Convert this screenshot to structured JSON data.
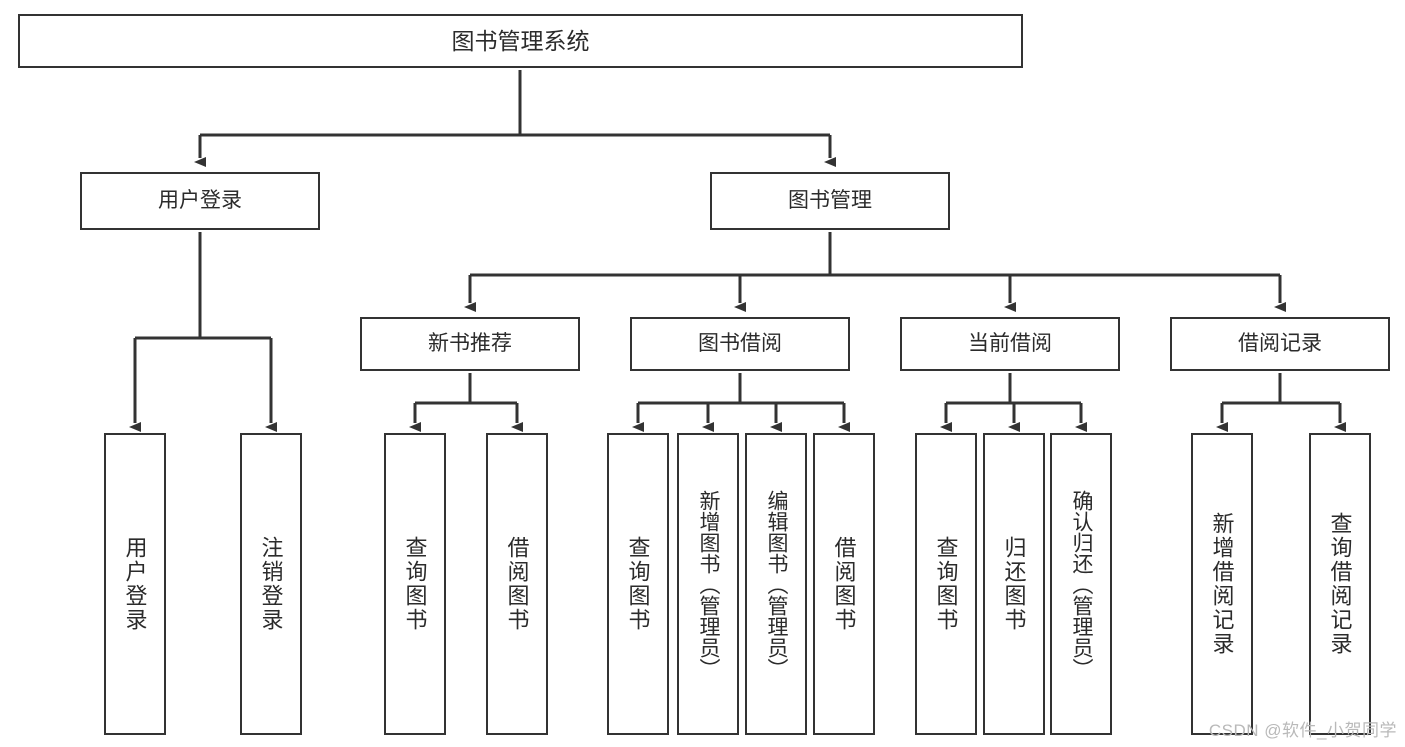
{
  "diagram": {
    "title": "图书管理系统",
    "watermark": "CSDN @软件_小贺同学",
    "colors": {
      "stroke": "#333333",
      "text": "#2b2b2b",
      "background": "#ffffff",
      "watermark": "#b9b9b9"
    },
    "root": {
      "label": "图书管理系统"
    },
    "level2": [
      {
        "label": "用户登录"
      },
      {
        "label": "图书管理"
      }
    ],
    "level3": [
      {
        "label": "新书推荐"
      },
      {
        "label": "图书借阅"
      },
      {
        "label": "当前借阅"
      },
      {
        "label": "借阅记录"
      }
    ],
    "leaves": {
      "user_login": [
        {
          "label": "用户登录"
        },
        {
          "label": "注销登录"
        }
      ],
      "new_book": [
        {
          "label": "查询图书"
        },
        {
          "label": "借阅图书"
        }
      ],
      "book_borrow": [
        {
          "label": "查询图书"
        },
        {
          "label": "新增图书（管理员）"
        },
        {
          "label": "编辑图书（管理员）"
        },
        {
          "label": "借阅图书"
        }
      ],
      "current_borrow": [
        {
          "label": "查询图书"
        },
        {
          "label": "归还图书"
        },
        {
          "label": "确认归还（管理员）"
        }
      ],
      "borrow_record": [
        {
          "label": "新增借阅记录"
        },
        {
          "label": "查询借阅记录"
        }
      ]
    }
  }
}
